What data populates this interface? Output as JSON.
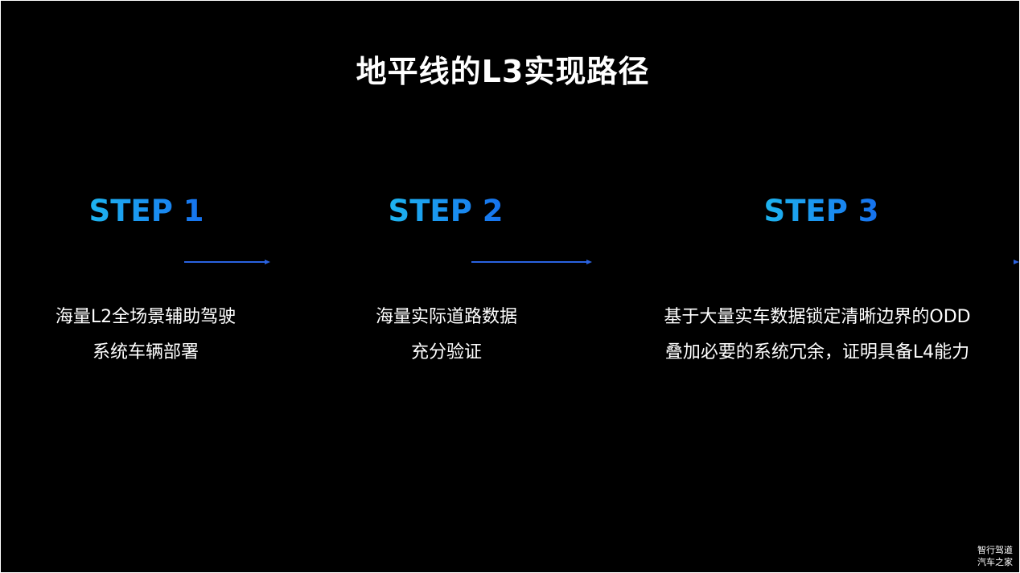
{
  "slide": {
    "title": "地平线的L3实现路径",
    "steps": [
      {
        "label": "STEP 1",
        "lines": [
          "海量L2全场景辅助驾驶",
          "系统车辆部署"
        ]
      },
      {
        "label": "STEP 2",
        "lines": [
          "海量实际道路数据",
          "充分验证"
        ]
      },
      {
        "label": "STEP 3",
        "lines": [
          "基于大量实车数据锁定清晰边界的ODD",
          "叠加必要的系统冗余，证明具备L4能力"
        ]
      }
    ],
    "watermark": [
      "智行驾道",
      "汽车之家"
    ],
    "colors": {
      "background": "#000000",
      "text": "#ffffff",
      "step_gradient_start": "#1fc2ee",
      "step_gradient_end": "#1464ee",
      "timeline": "#1a3fa8"
    }
  }
}
